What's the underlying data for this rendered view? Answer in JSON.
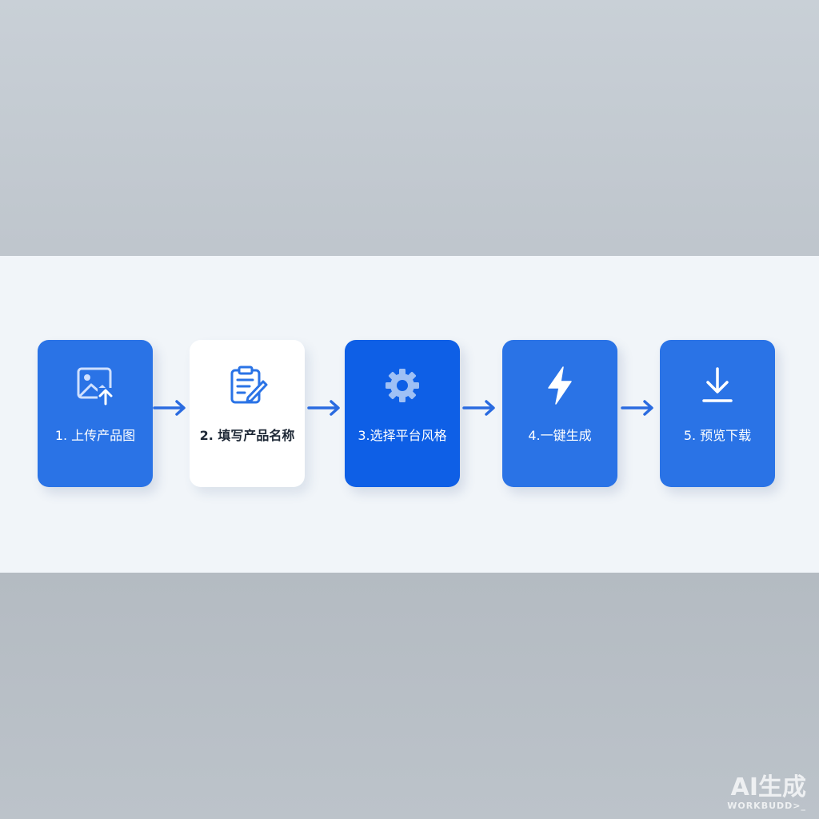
{
  "steps": [
    {
      "label": "1. 上传产品图",
      "icon": "image-upload-icon"
    },
    {
      "label": "2. 填写产品名称",
      "icon": "clipboard-edit-icon"
    },
    {
      "label": "3.选择平台风格",
      "icon": "gear-icon"
    },
    {
      "label": "4.一键生成",
      "icon": "lightning-icon"
    },
    {
      "label": "5. 预览下载",
      "icon": "download-icon"
    }
  ],
  "watermark": {
    "main": "AI生成",
    "sub": "WORKBUDD>_"
  },
  "colors": {
    "primary": "#2a73e6",
    "active": "#0e5fe6",
    "arrow": "#2a6be0",
    "band": "#f1f5f9"
  }
}
